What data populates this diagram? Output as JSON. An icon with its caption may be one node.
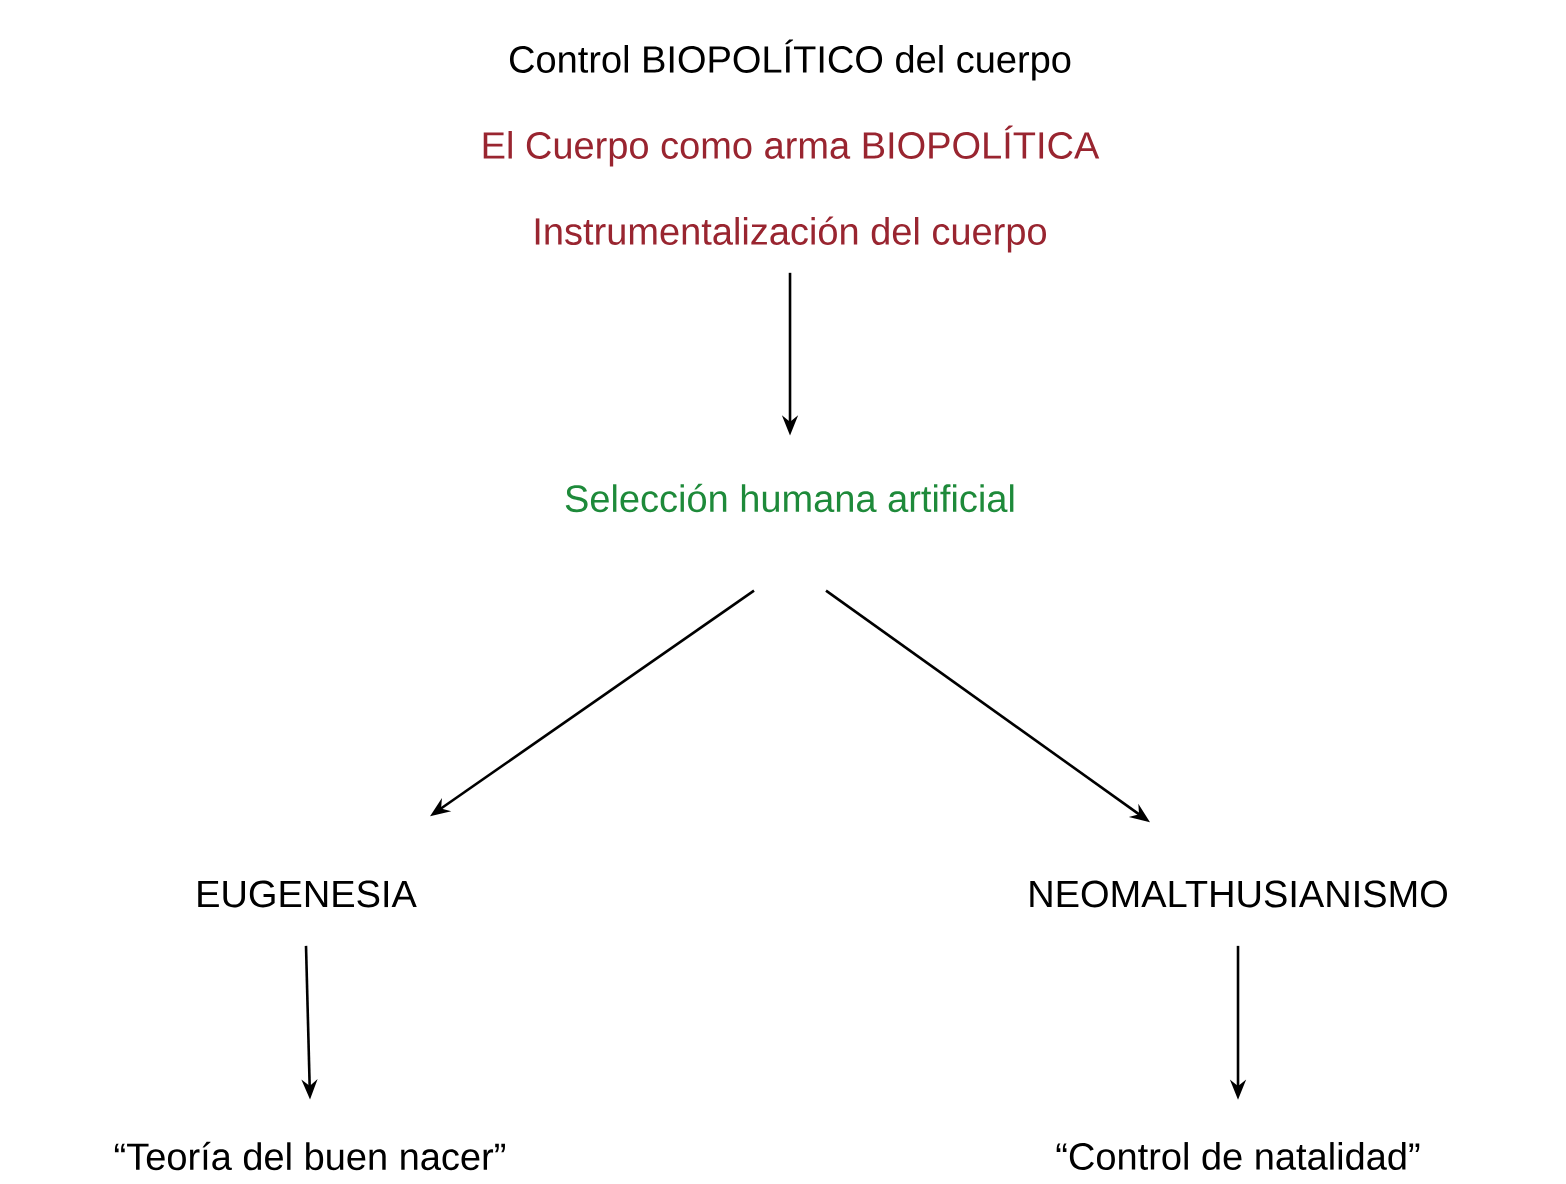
{
  "diagram": {
    "nodes": [
      {
        "text": [
          "Control BIOPOLÍTICO del cuerpo",
          "El Cuerpo como arma BIOPOLÍTICA",
          "Instrumentalización del cuerpo"
        ]
      },
      {
        "text": [
          "Selección humana artificial"
        ]
      },
      {
        "text": [
          "EUGENESIA"
        ]
      },
      {
        "text": [
          "NEOMALTHUSIANISMO"
        ]
      },
      {
        "text": [
          "“Teoría del buen nacer”"
        ]
      },
      {
        "text": [
          "“Control de natalidad”"
        ]
      }
    ],
    "edges": [
      {
        "from": 0,
        "to": 1,
        "arrow": "to"
      },
      {
        "from": 1,
        "to": 2,
        "arrow": "to"
      },
      {
        "from": 1,
        "to": 3,
        "arrow": "to"
      },
      {
        "from": 2,
        "to": 4,
        "arrow": "to"
      },
      {
        "from": 3,
        "to": 5,
        "arrow": "to"
      }
    ]
  }
}
